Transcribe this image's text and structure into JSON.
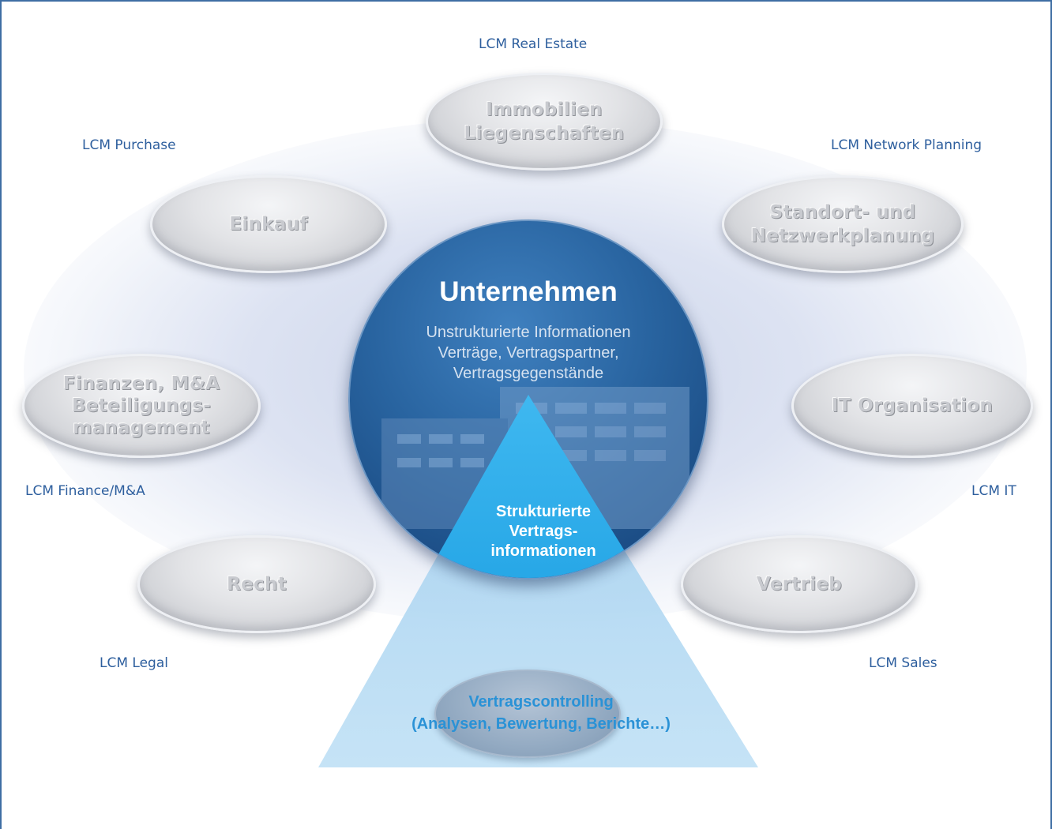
{
  "labels": {
    "real_estate": "LCM Real Estate",
    "purchase": "LCM Purchase",
    "network_planning": "LCM Network Planning",
    "finance": "LCM Finance/M&A",
    "it": "LCM IT",
    "legal": "LCM Legal",
    "sales": "LCM Sales"
  },
  "departments": {
    "immobilien": "Immobilien\nLiegenschaften",
    "einkauf": "Einkauf",
    "standort": "Standort- und\nNetzwerkplanung",
    "finanzen": "Finanzen, M&A\nBeteiligungs-\nmanagement",
    "it_organisation": "IT Organisation",
    "recht": "Recht",
    "vertrieb": "Vertrieb"
  },
  "center": {
    "title": "Unternehmen",
    "subtitle_line1": "Unstrukturierte Informationen",
    "subtitle_line2": "Verträge, Vertragspartner,",
    "subtitle_line3": "Vertragsgegenstände"
  },
  "triangle": {
    "line1": "Strukturierte",
    "line2": "Vertrags-",
    "line3": "informationen"
  },
  "controlling": {
    "line1": "Vertragscontrolling",
    "line2": "(Analysen, Bewertung, Berichte…)"
  },
  "colors": {
    "frame": "#3e6ea4",
    "label": "#2e5f9e",
    "circle": "#28639f",
    "triangle": "#1aa3e8",
    "controlling_text": "#2a92d6"
  }
}
